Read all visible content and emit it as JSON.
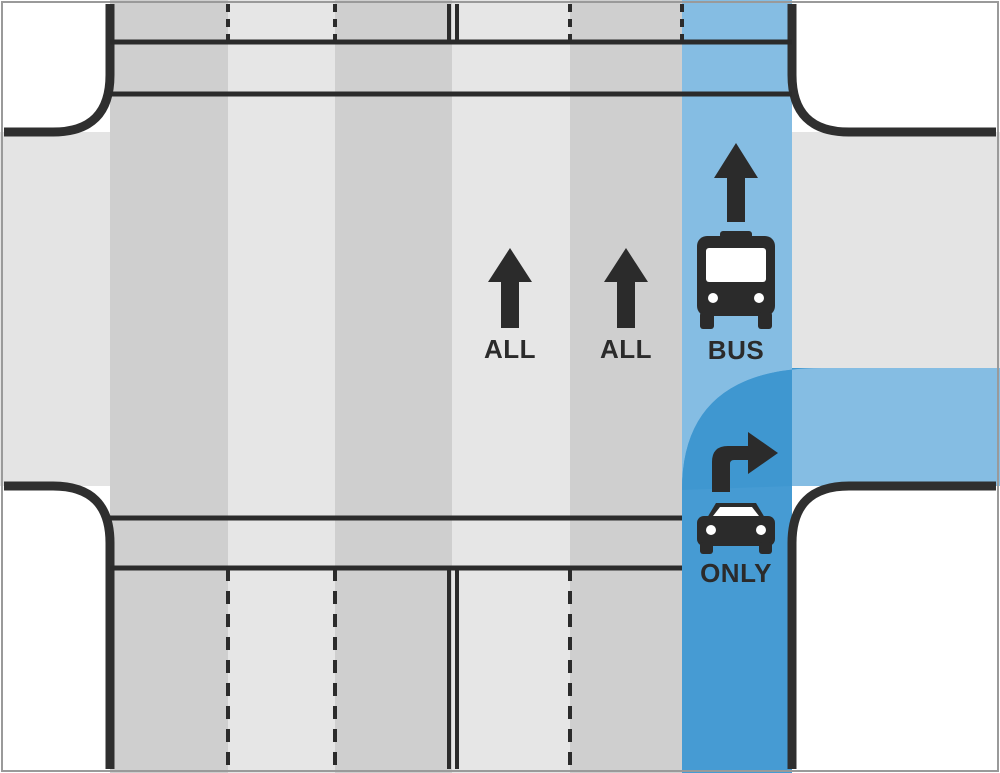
{
  "labels": {
    "lane_3": "ALL",
    "lane_4": "ALL",
    "bus_lane_top": "BUS",
    "bus_lane_bottom": "ONLY"
  },
  "colors": {
    "background": "#ffffff",
    "road_light": "#e6e6e6",
    "road_dark": "#cfcfcf",
    "road_side": "#e4e4e4",
    "bus_lane_light": "#85bde3",
    "bus_lane_dark": "#3f97d0",
    "curb": "#2f2f2f",
    "marking": "#2b2b2b"
  }
}
